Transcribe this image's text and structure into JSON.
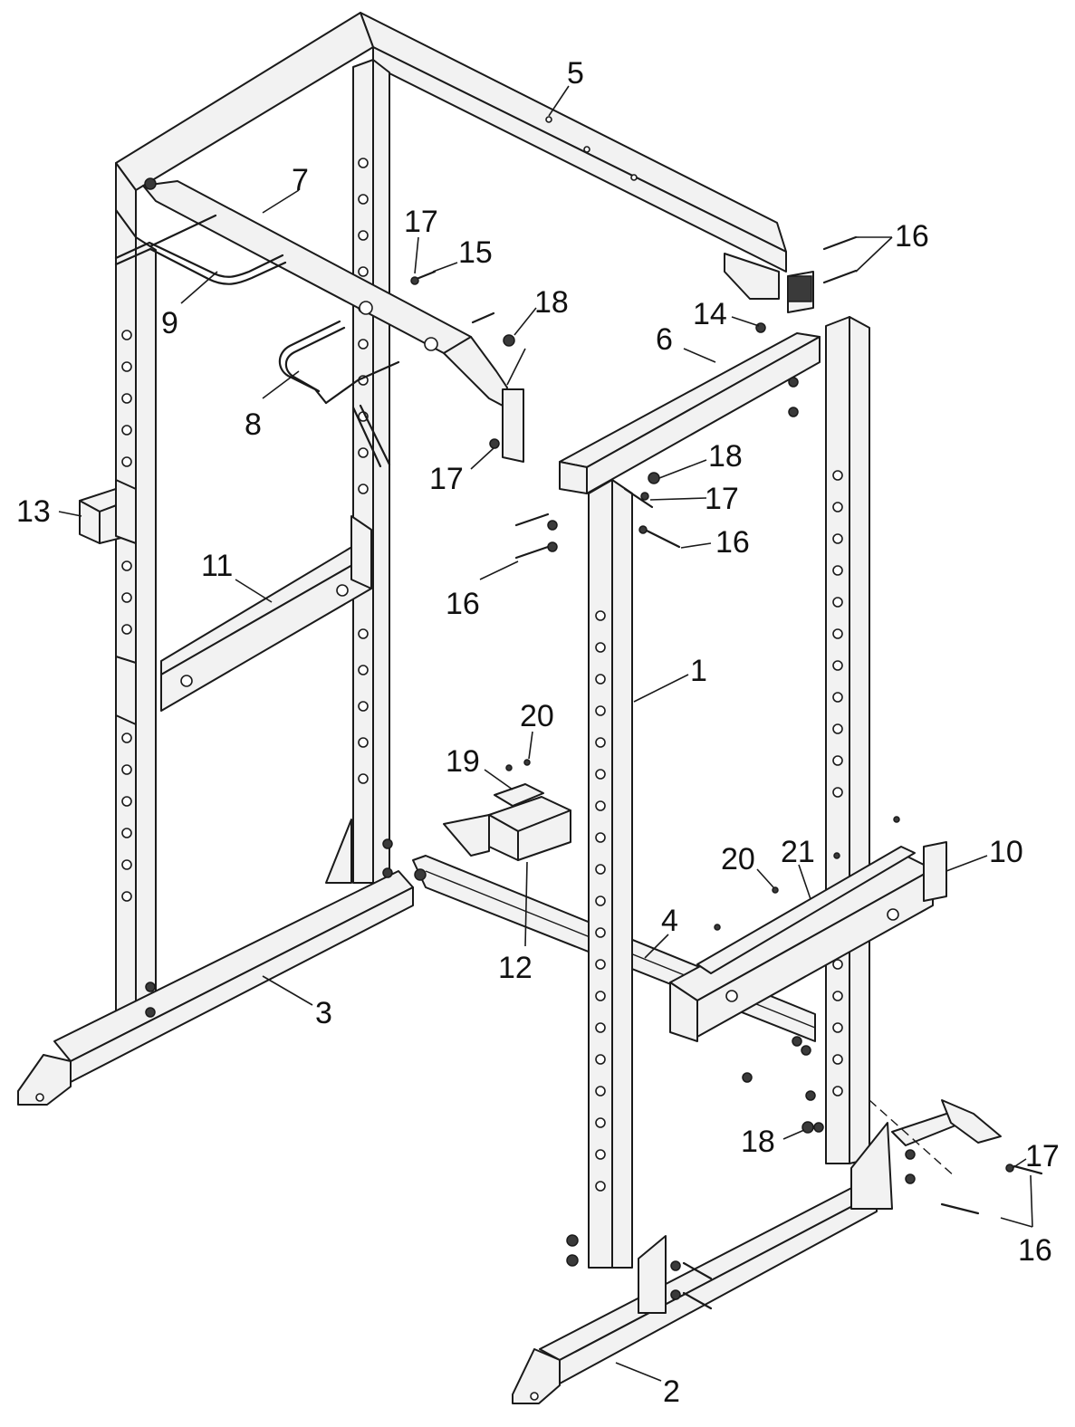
{
  "callouts": [
    {
      "id": "c5",
      "text": "5"
    },
    {
      "id": "c7",
      "text": "7"
    },
    {
      "id": "c17a",
      "text": "17"
    },
    {
      "id": "c15",
      "text": "15"
    },
    {
      "id": "c16a",
      "text": "16"
    },
    {
      "id": "c9",
      "text": "9"
    },
    {
      "id": "c18a",
      "text": "18"
    },
    {
      "id": "c14",
      "text": "14"
    },
    {
      "id": "c6",
      "text": "6"
    },
    {
      "id": "c8",
      "text": "8"
    },
    {
      "id": "c17b",
      "text": "17"
    },
    {
      "id": "c18b",
      "text": "18"
    },
    {
      "id": "c17c",
      "text": "17"
    },
    {
      "id": "c13",
      "text": "13"
    },
    {
      "id": "c11",
      "text": "11"
    },
    {
      "id": "c16b",
      "text": "16"
    },
    {
      "id": "c16c",
      "text": "16"
    },
    {
      "id": "c1",
      "text": "1"
    },
    {
      "id": "c20a",
      "text": "20"
    },
    {
      "id": "c19",
      "text": "19"
    },
    {
      "id": "c20b",
      "text": "20"
    },
    {
      "id": "c21",
      "text": "21"
    },
    {
      "id": "c10",
      "text": "10"
    },
    {
      "id": "c4",
      "text": "4"
    },
    {
      "id": "c12",
      "text": "12"
    },
    {
      "id": "c3",
      "text": "3"
    },
    {
      "id": "c18c",
      "text": "18"
    },
    {
      "id": "c17d",
      "text": "17"
    },
    {
      "id": "c16d",
      "text": "16"
    },
    {
      "id": "c2",
      "text": "2"
    }
  ],
  "colors": {
    "line": "#1a1a1a",
    "background": "#ffffff"
  }
}
